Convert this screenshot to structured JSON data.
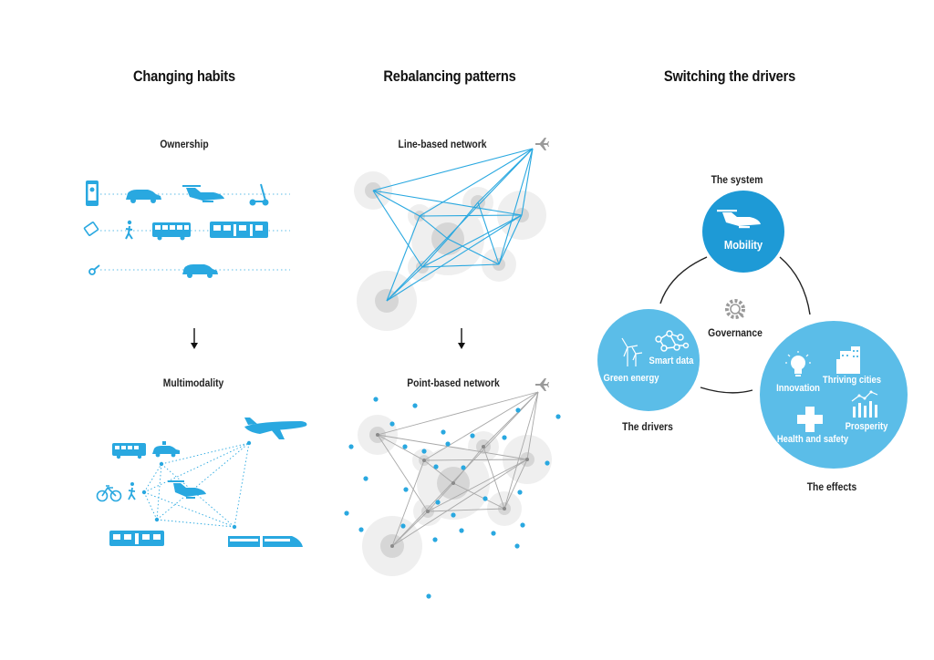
{
  "columns": [
    {
      "title": "Changing habits",
      "sections": [
        "Ownership",
        "Multimodality"
      ]
    },
    {
      "title": "Rebalancing patterns",
      "sections": [
        "Line-based network",
        "Point-based network"
      ]
    },
    {
      "title": "Switching the drivers"
    }
  ],
  "cycle": {
    "system_label": "The system",
    "mobility": "Mobility",
    "governance": "Governance",
    "drivers_label": "The drivers",
    "drivers": {
      "green_energy": "Green energy",
      "smart_data": "Smart data"
    },
    "effects_label": "The effects",
    "effects": {
      "innovation": "Innovation",
      "thriving_cities": "Thriving cities",
      "health_safety": "Health and safety",
      "prosperity": "Prosperity"
    }
  },
  "colors": {
    "blue": "#29a8e0",
    "circle_blue": "#5bbde8",
    "mobility_blue": "#1e9ad6",
    "grey_node": "#d9d9d9",
    "grey_halo": "#eeeeee",
    "grey_icon": "#9a9a9a",
    "arrow": "#111111"
  },
  "icons": [
    "smartphone-icon",
    "car-icon",
    "flying-taxi-icon",
    "scooter-icon",
    "ticket-icon",
    "pedestrian-icon",
    "bus-icon",
    "tram-icon",
    "key-icon",
    "airplane-icon",
    "bicycle-icon",
    "train-icon",
    "gear-icon",
    "wind-turbine-icon",
    "network-icon",
    "lightbulb-icon",
    "buildings-icon",
    "cross-icon",
    "bar-chart-icon"
  ]
}
